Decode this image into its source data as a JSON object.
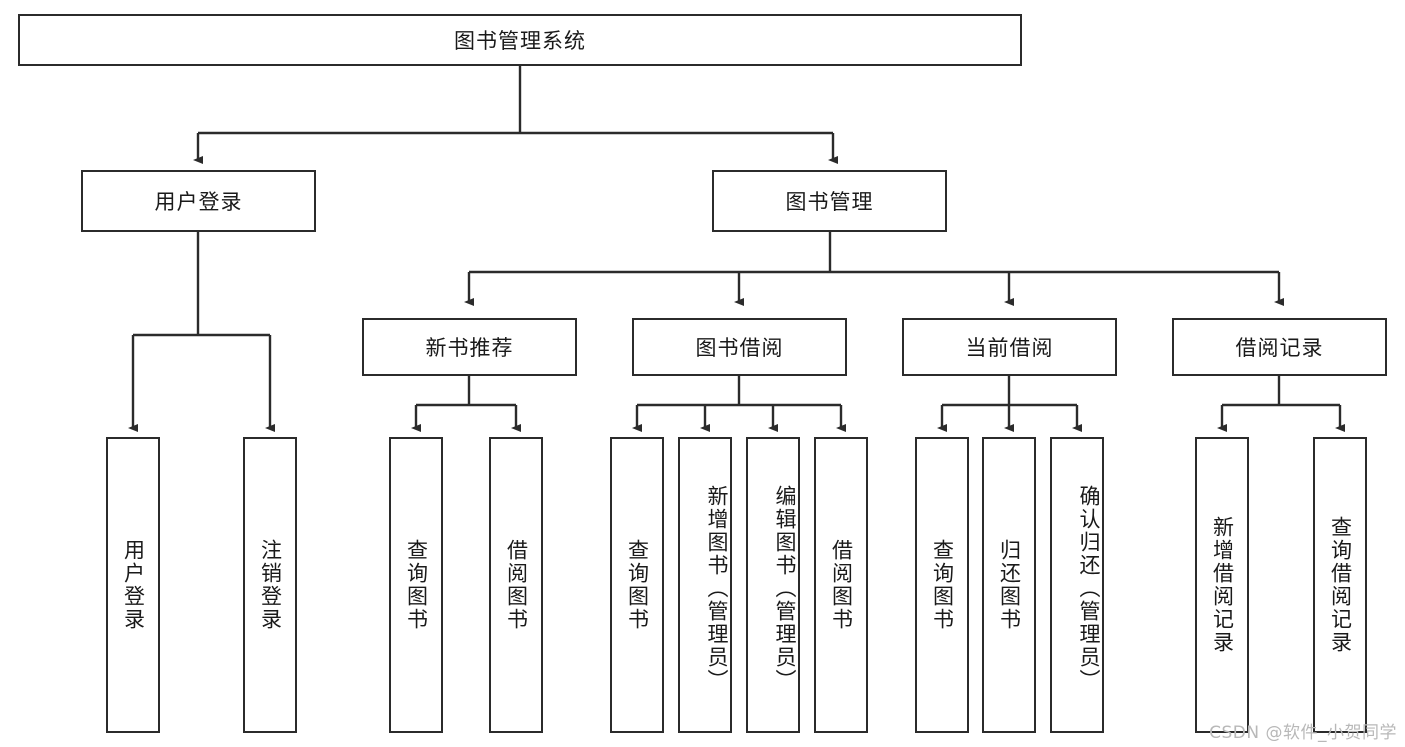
{
  "diagram": {
    "title": "图书管理系统",
    "watermark": "CSDN @软件_小贺同学",
    "levels": {
      "root": {
        "label": "图书管理系统"
      },
      "level2": [
        {
          "label": "用户登录"
        },
        {
          "label": "图书管理"
        }
      ],
      "level3": [
        {
          "label": "新书推荐"
        },
        {
          "label": "图书借阅"
        },
        {
          "label": "当前借阅"
        },
        {
          "label": "借阅记录"
        }
      ],
      "leaves": {
        "user_login": [
          {
            "label": "用户登录"
          },
          {
            "label": "注销登录"
          }
        ],
        "new_book": [
          {
            "label": "查询图书"
          },
          {
            "label": "借阅图书"
          }
        ],
        "book_borrow": [
          {
            "label": "查询图书"
          },
          {
            "label": "新增图书（管理员）"
          },
          {
            "label": "编辑图书（管理员）"
          },
          {
            "label": "借阅图书"
          }
        ],
        "current_borrow": [
          {
            "label": "查询图书"
          },
          {
            "label": "归还图书"
          },
          {
            "label": "确认归还（管理员）"
          }
        ],
        "borrow_record": [
          {
            "label": "新增借阅记录"
          },
          {
            "label": "查询借阅记录"
          }
        ]
      }
    },
    "colors": {
      "border": "#2b2b2b",
      "text": "#1a1a1a",
      "background": "#ffffff",
      "watermark": "#b8b8b8"
    }
  }
}
